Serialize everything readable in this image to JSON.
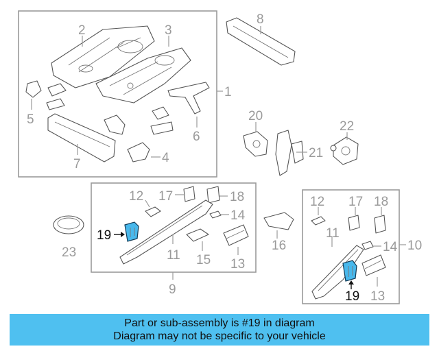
{
  "callouts": {
    "c1": "1",
    "c2": "2",
    "c3": "3",
    "c4": "4",
    "c5": "5",
    "c6": "6",
    "c7": "7",
    "c8": "8",
    "c9": "9",
    "c10": "10",
    "c11a": "11",
    "c11b": "11",
    "c12a": "12",
    "c12b": "12",
    "c13a": "13",
    "c13b": "13",
    "c14a": "14",
    "c14b": "14",
    "c15": "15",
    "c16": "16",
    "c17a": "17",
    "c17b": "17",
    "c18a": "18",
    "c18b": "18",
    "c19a": "19",
    "c19b": "19",
    "c20": "20",
    "c21": "21",
    "c22": "22",
    "c23": "23"
  },
  "highlight": {
    "part_number": "19",
    "color": "#48b8ec"
  },
  "banner": {
    "line1": "Part or sub-assembly is #19 in diagram",
    "line2": "Diagram may not be specific to your vehicle",
    "color": "#4fc0f0"
  }
}
